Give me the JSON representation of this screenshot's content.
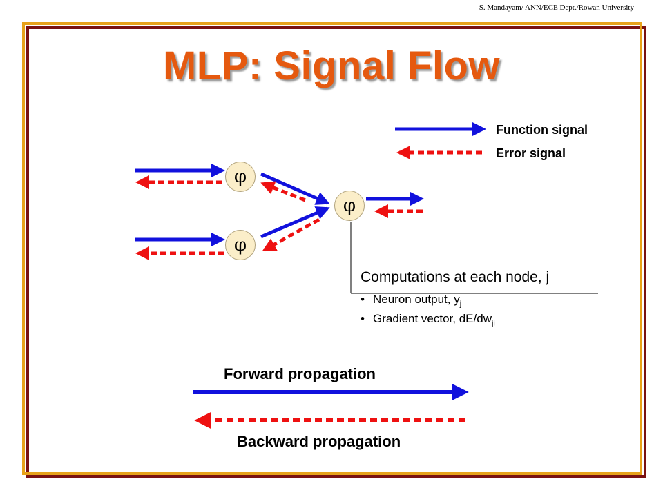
{
  "credit": "S. Mandayam/ ANN/ECE Dept./Rowan University",
  "title": "MLP: Signal Flow",
  "legend": {
    "function_signal": "Function signal",
    "error_signal": "Error signal"
  },
  "nodes": {
    "phi": "φ"
  },
  "computations": {
    "heading": "Computations at each node, j",
    "items": [
      {
        "text": "Neuron output, y",
        "sub": "j"
      },
      {
        "text": "Gradient vector, dE/dw",
        "sub": "ji"
      }
    ]
  },
  "propagation": {
    "forward": "Forward propagation",
    "backward": "Backward propagation"
  },
  "colors": {
    "function_signal": "#1111dd",
    "error_signal": "#ee1111",
    "title": "#e5590f",
    "frame_outer": "#e8a21a",
    "frame_inner": "#7a1111",
    "node_fill": "#fbeec9"
  }
}
